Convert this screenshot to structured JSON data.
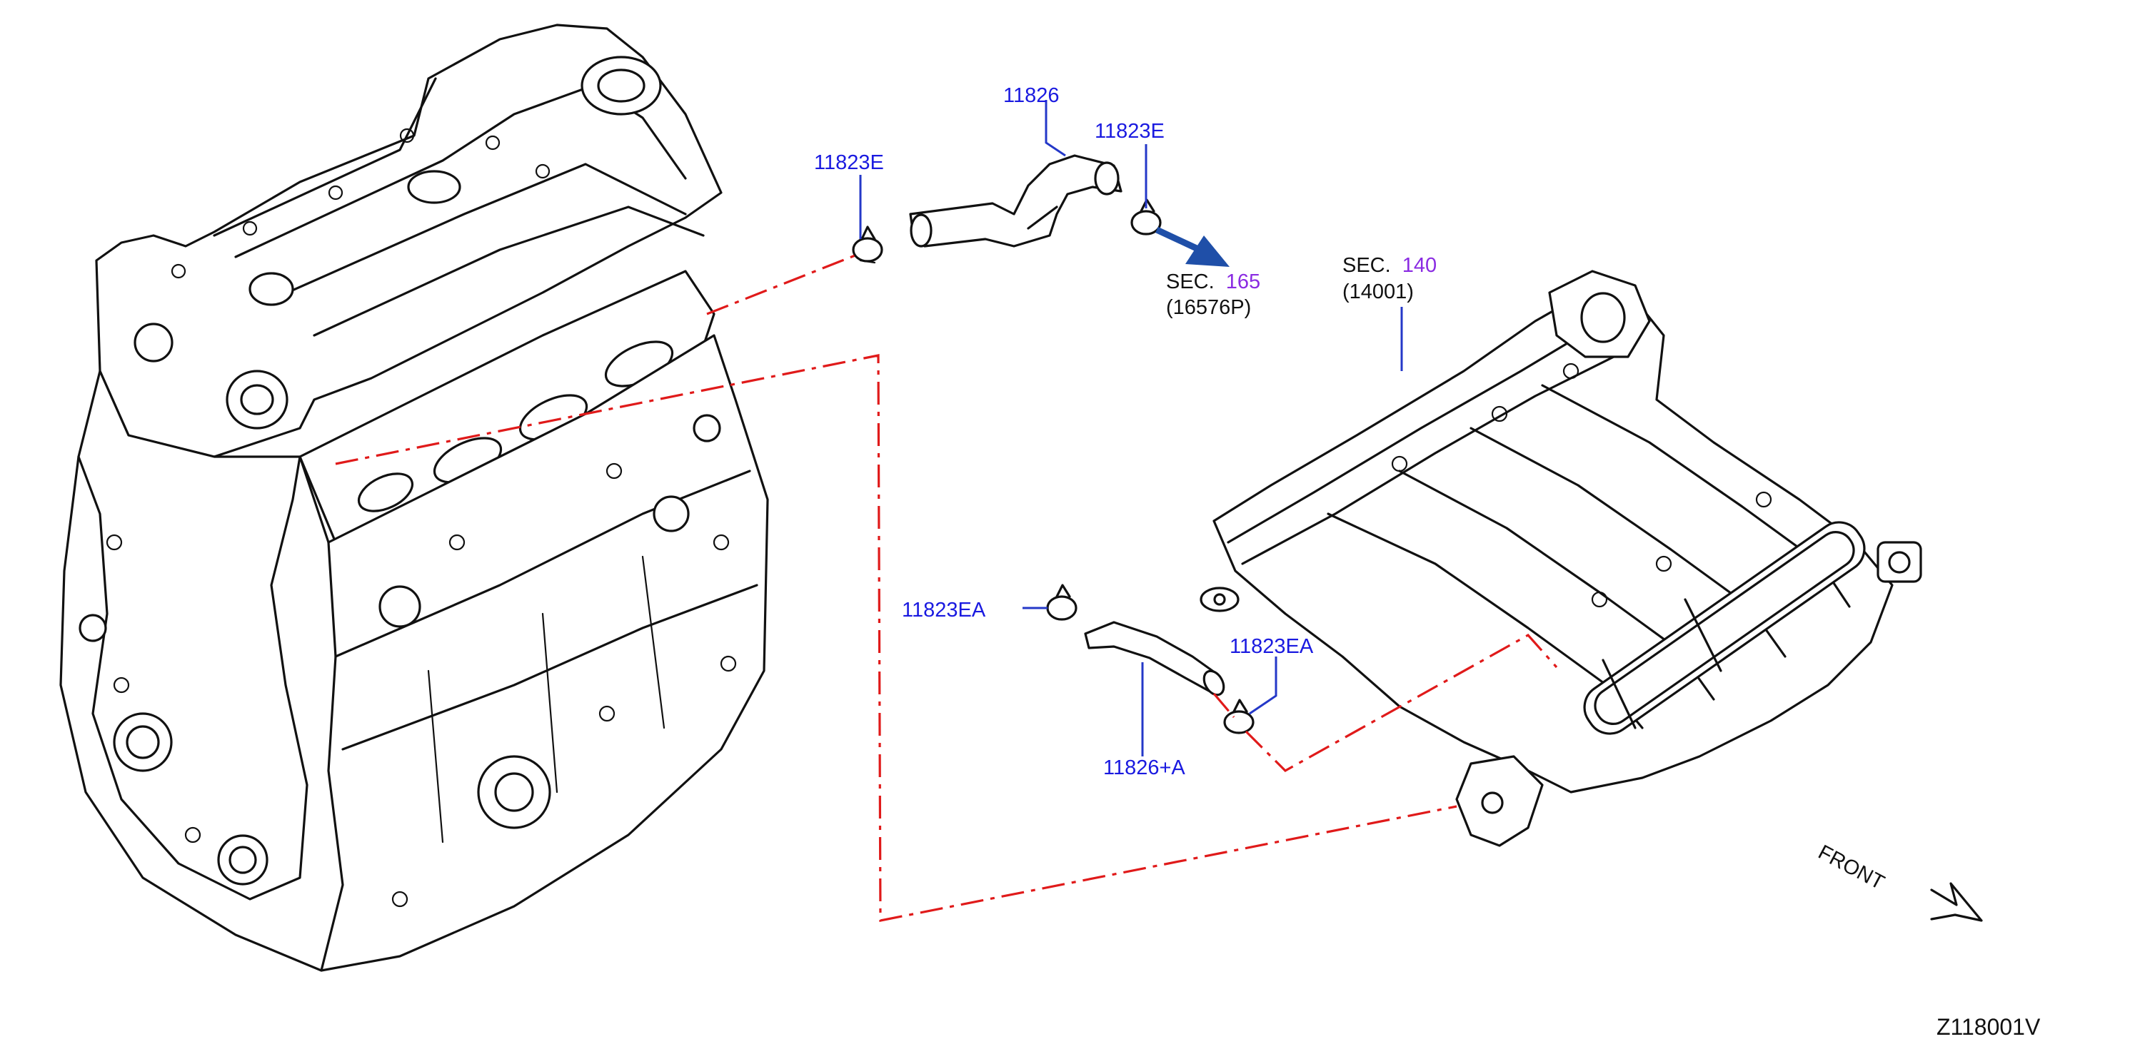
{
  "callouts": {
    "hose_upper": "11826",
    "clamp_upper_left": "11823E",
    "clamp_upper_right": "11823E",
    "clamp_lower_left": "11823EA",
    "clamp_lower_right": "11823EA",
    "hose_lower": "11826+A"
  },
  "references": {
    "sec165": {
      "prefix": "SEC.",
      "number": "165",
      "part": "(16576P)"
    },
    "sec140": {
      "prefix": "SEC.",
      "number": "140",
      "part": "(14001)"
    }
  },
  "front_label": "FRONT",
  "diagram_code": "Z118001V",
  "colors": {
    "callout": "#1a1ae0",
    "section_number": "#8a2be2",
    "dash_line": "#e01a1a",
    "arrow": "#1f4fa8"
  }
}
